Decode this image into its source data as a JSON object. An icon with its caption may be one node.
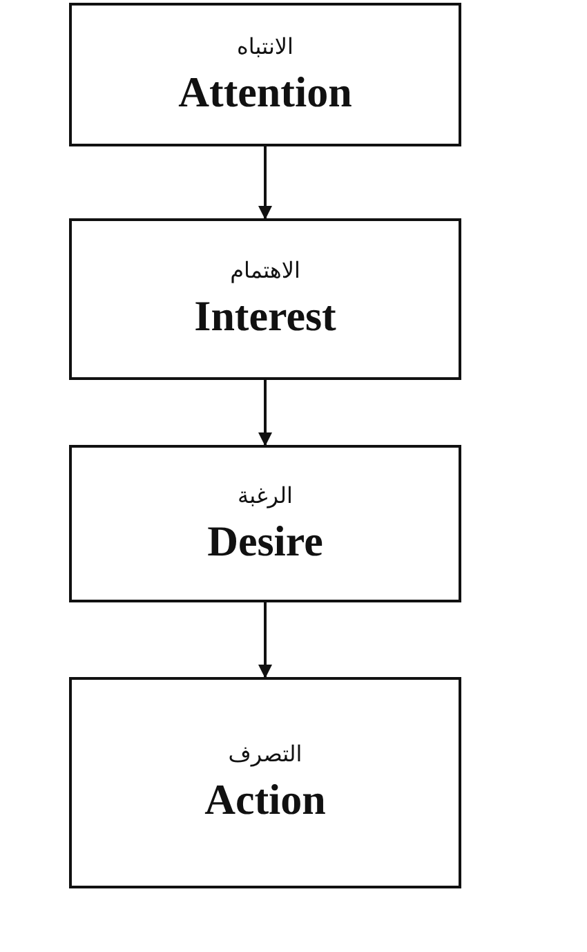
{
  "diagram": {
    "nodes": [
      {
        "text": [
          "الانتباه",
          "Attention"
        ]
      },
      {
        "text": [
          "الاهتمام",
          "Interest"
        ]
      },
      {
        "text": [
          "الرغبة",
          "Desire"
        ]
      },
      {
        "text": [
          "التصرف",
          "Action"
        ]
      }
    ],
    "edges": [
      {
        "from": 0,
        "to": 1,
        "arrow": "to"
      },
      {
        "from": 1,
        "to": 2,
        "arrow": "to"
      },
      {
        "from": 2,
        "to": 3,
        "arrow": "to"
      }
    ]
  }
}
